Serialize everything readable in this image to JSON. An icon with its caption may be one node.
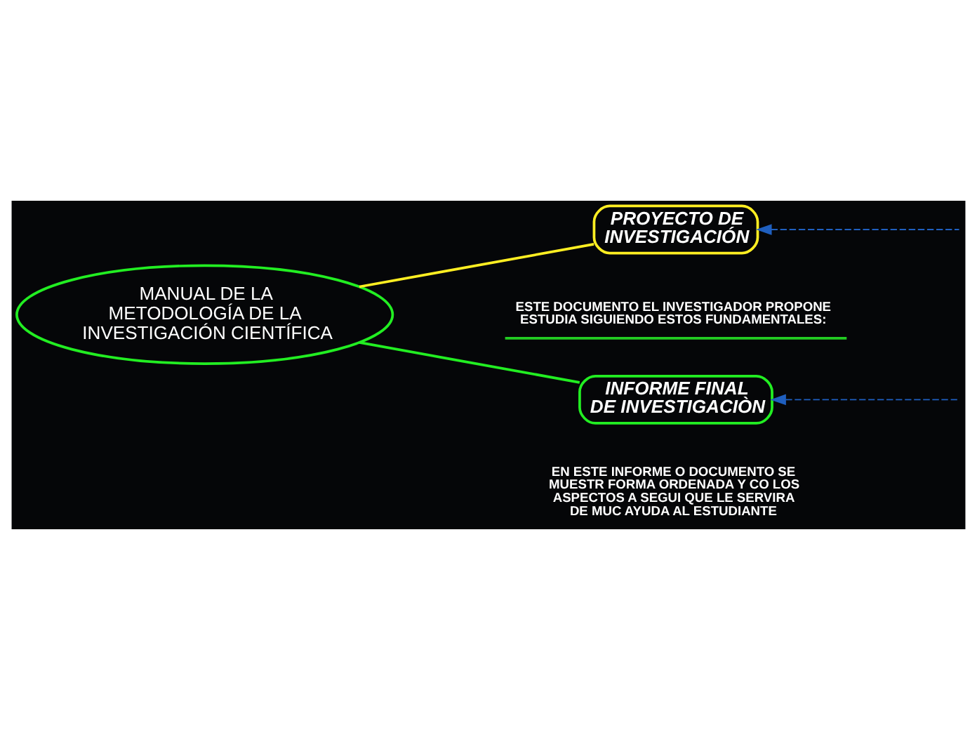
{
  "diagram": {
    "nodes": [
      {
        "text": [
          "MANUAL DE LA METODOLOGÍA DE LA INVESTIGACIÓN CIENTÍFICA"
        ]
      },
      {
        "text": [
          "PROYECTO DE INVESTIGACIÓN"
        ]
      },
      {
        "text": [
          "ESTE DOCUMENTO EL INVESTIGADOR PROPONE ESTUDIA SIGUIENDO ESTOS FUNDAMENTALES:"
        ]
      },
      {
        "text": [
          "INFORME FINAL DE INVESTIGACIÒN"
        ]
      },
      {
        "text": [
          "EN ESTE INFORME O DOCUMENTO SE MUESTR FORMA ORDENADA Y CO LOS ASPECTOS A SEGUI QUE LE SERVIRA DE MUC AYUDA AL ESTUDIANTE"
        ]
      }
    ],
    "edges": [
      {
        "from": 0,
        "to": 1,
        "arrow": "none",
        "color": "#ffee22"
      },
      {
        "from": 0,
        "to": 3,
        "arrow": "none",
        "color": "#22ee22"
      },
      {
        "from": null,
        "to": 1,
        "arrow": "to",
        "style": "dashed",
        "color": "#1f5fbf"
      },
      {
        "from": null,
        "to": 3,
        "arrow": "to",
        "style": "dashed",
        "color": "#1f5fbf"
      }
    ]
  }
}
